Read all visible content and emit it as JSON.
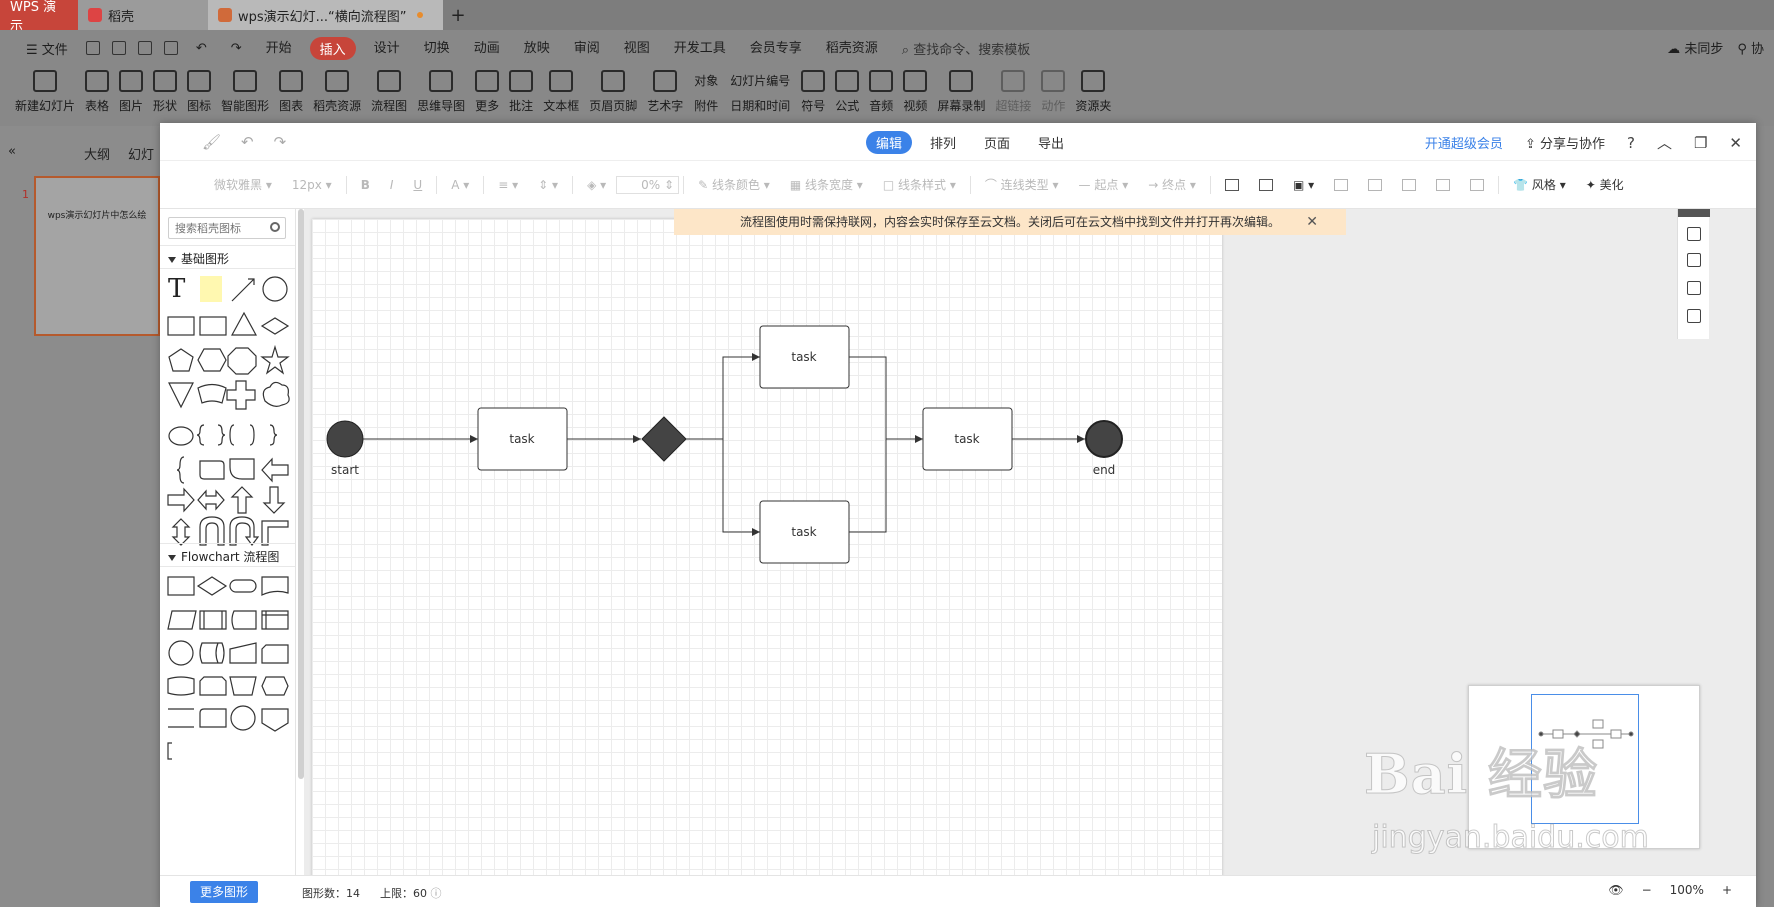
{
  "tabs": [
    {
      "label": "WPS 演示"
    },
    {
      "label": "稻壳"
    },
    {
      "label": "wps演示幻灯...“横向流程图”"
    }
  ],
  "menu": {
    "file": "文件",
    "items": [
      "开始",
      "插入",
      "设计",
      "切换",
      "动画",
      "放映",
      "审阅",
      "视图",
      "开发工具",
      "会员专享",
      "稻壳资源"
    ],
    "active": "插入",
    "search": "查找命令、搜索模板",
    "sync": "未同步",
    "collab": "协"
  },
  "ribbon": {
    "buttons": [
      "新建幻灯片",
      "表格",
      "图片",
      "形状",
      "图标",
      "智能图形",
      "图表",
      "稻壳资源",
      "流程图",
      "思维导图",
      "更多",
      "批注",
      "文本框",
      "页眉页脚",
      "艺术字"
    ],
    "small_col1": [
      "对象",
      "附件"
    ],
    "small_col2": [
      "幻灯片编号",
      "日期和时间"
    ],
    "buttons2": [
      "符号",
      "公式",
      "音频",
      "视频",
      "屏幕录制",
      "超链接",
      "动作",
      "资源夹"
    ]
  },
  "leftpanel": {
    "outline": "大纲",
    "slides": "幻灯",
    "slide_num": "1",
    "thumb_text": "wps演示幻灯片中怎么绘"
  },
  "dialog": {
    "modes": [
      "编辑",
      "排列",
      "页面",
      "导出"
    ],
    "active_mode": "编辑",
    "vip": "开通超级会员",
    "share": "分享与协作",
    "help": "?",
    "tools": {
      "font": "微软雅黑",
      "size": "12px",
      "bold": "B",
      "italic": "I",
      "underline": "U",
      "fontcolor": "A",
      "opacity": "0%",
      "line_color": "线条颜色",
      "line_width": "线条宽度",
      "line_style": "线条样式",
      "conn_type": "连线类型",
      "start": "起点",
      "end": "终点",
      "style": "风格",
      "beautify": "美化"
    },
    "notice": "流程图使用时需保持联网，内容会实时保存至云文档。关闭后可在云文档中找到文件并打开再次编辑。",
    "shapes": {
      "search_placeholder": "搜索稻壳图标",
      "basic": "基础图形",
      "flowchart": "Flowchart 流程图"
    },
    "bottom": {
      "more_shapes": "更多图形",
      "count_label": "图形数：",
      "count": "14",
      "limit_label": "上限：",
      "limit": "60",
      "zoom": "100%",
      "minus": "−",
      "plus": "+"
    }
  },
  "flowchart": {
    "nodes": [
      {
        "id": "start",
        "type": "circle",
        "label": "start"
      },
      {
        "id": "task1",
        "type": "rect",
        "label": "task"
      },
      {
        "id": "gateway",
        "type": "diamond",
        "label": ""
      },
      {
        "id": "task2",
        "type": "rect",
        "label": "task"
      },
      {
        "id": "task3",
        "type": "rect",
        "label": "task"
      },
      {
        "id": "task4",
        "type": "rect",
        "label": "task"
      },
      {
        "id": "end",
        "type": "circle",
        "label": "end"
      }
    ],
    "edges": [
      [
        "start",
        "task1"
      ],
      [
        "task1",
        "gateway"
      ],
      [
        "gateway",
        "task2"
      ],
      [
        "gateway",
        "task3"
      ],
      [
        "task2",
        "task4"
      ],
      [
        "task3",
        "task4"
      ],
      [
        "task4",
        "end"
      ]
    ],
    "colors": {
      "node_fill": "#444444",
      "stroke": "#333333"
    }
  },
  "watermark": {
    "brand": "Bai 经验",
    "url": "jingyan.baidu.com"
  },
  "colors": {
    "wps_red": "#c7453a",
    "accent_blue": "#3b82e8",
    "notice_bg": "#fde6c8"
  }
}
